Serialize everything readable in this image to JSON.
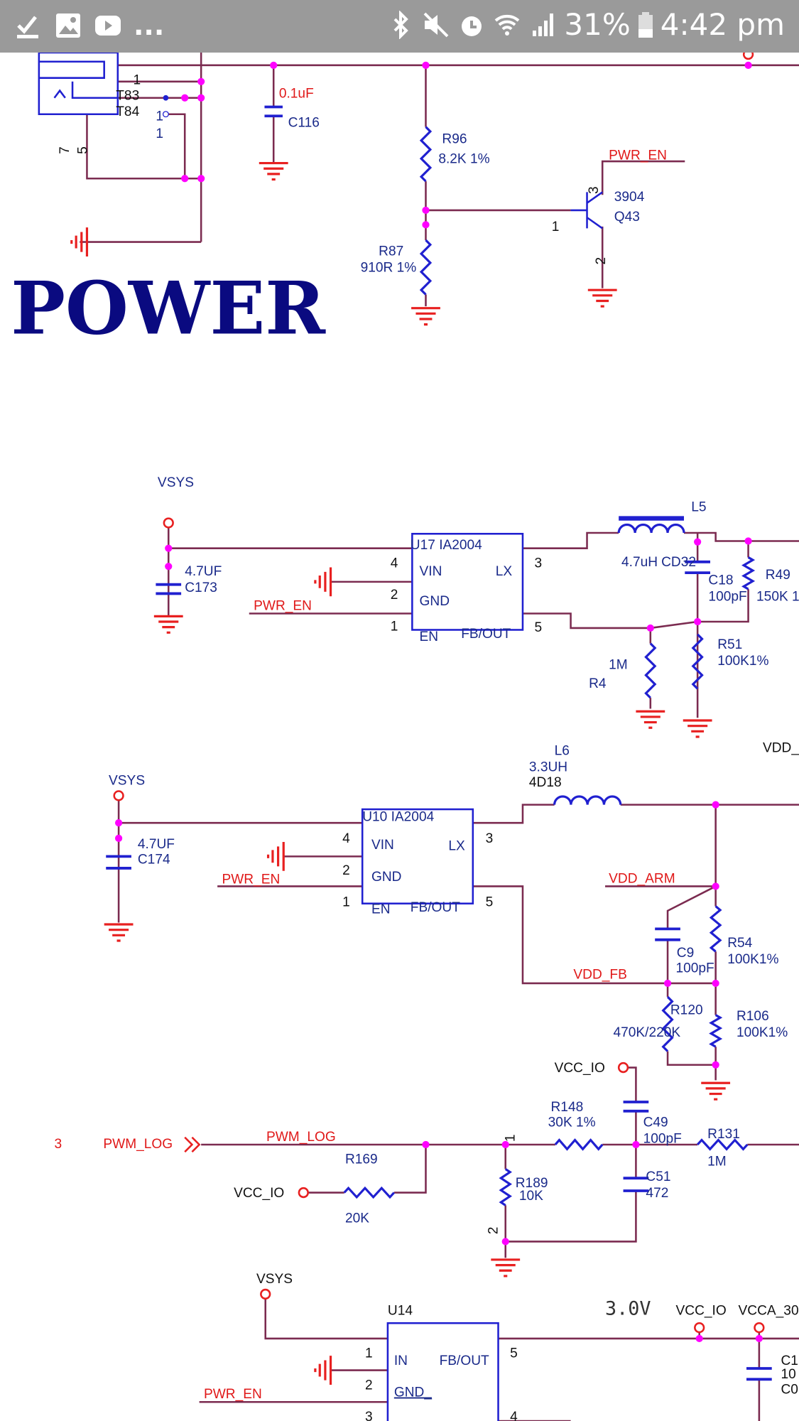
{
  "status_bar": {
    "left_icons": [
      "download-done-icon",
      "image-icon",
      "youtube-icon"
    ],
    "overflow": "...",
    "right_icons": [
      "bluetooth-icon",
      "mute-icon",
      "alarm-icon",
      "wifi-icon",
      "signal-icon",
      "battery-icon"
    ],
    "battery": "31%",
    "time": "4:42 pm"
  },
  "colors": {
    "wire": "#7b2b50",
    "pin": "#e82020",
    "component": "#2020d0",
    "junction": "#ff00ff",
    "label": "#1a2a8a",
    "net_label": "#e01818",
    "status_bar": "#9a9a9a"
  },
  "title": "POWER",
  "top": {
    "connector_pins": [
      "1",
      "T83",
      "T84",
      "1",
      "1",
      "7",
      "5"
    ],
    "c116": {
      "value": "0.1uF",
      "ref": "C116"
    },
    "r96": {
      "ref": "R96",
      "value": "8.2K 1%"
    },
    "r87": {
      "ref": "R87",
      "value": "910R 1%"
    },
    "q43": {
      "part": "3904",
      "ref": "Q43",
      "pin_b": "1",
      "pin_c": "3",
      "pin_e": "2"
    },
    "pwr_en": "PWR_EN"
  },
  "u17": {
    "vsys": "VSYS",
    "c_value": "4.7UF",
    "c_ref": "C173",
    "name": "U17 IA2004",
    "pins": {
      "vin": "VIN",
      "lx": "LX",
      "gnd": "GND",
      "en": "EN",
      "fb": "FB/OUT",
      "p4": "4",
      "p2": "2",
      "p1": "1",
      "p3": "3",
      "p5": "5"
    },
    "pwr_en": "PWR_EN",
    "l_ref": "L5",
    "l_value": "4.7uH",
    "l_part": "CD32",
    "c18_ref": "C18",
    "c18_value": "100pF",
    "r49_ref": "R49",
    "r49_value": "150K 1",
    "r4_value": "1M",
    "r4_ref": "R4",
    "r51_ref": "R51",
    "r51_value": "100K1%",
    "vdd": "VDD_"
  },
  "u10": {
    "l_ref": "L6",
    "l_value": "3.3UH",
    "l_part": "4D18",
    "vsys": "VSYS",
    "c_value": "4.7UF",
    "c_ref": "C174",
    "name": "U10 IA2004",
    "pins": {
      "vin": "VIN",
      "lx": "LX",
      "gnd": "GND",
      "en": "EN",
      "fb": "FB/OUT",
      "p4": "4",
      "p2": "2",
      "p1": "1",
      "p3": "3",
      "p5": "5"
    },
    "pwr_en": "PWR_EN",
    "vdd_arm": "VDD_ARM",
    "c9_ref": "C9",
    "c9_value": "100pF",
    "r54_ref": "R54",
    "r54_value": "100K1%",
    "vdd_fb": "VDD_FB",
    "r120_ref": "R120",
    "r120_value": "470K/220K",
    "r106_ref": "R106",
    "r106_value": "100K1%"
  },
  "pwm": {
    "vcc_io": "VCC_IO",
    "c49_ref": "C49",
    "c49_value": "100pF",
    "page_ref": "3",
    "port": "PWM_LOG",
    "net": "PWM_LOG",
    "r148_ref": "R148",
    "r148_value": "30K 1%",
    "r131_ref": "R131",
    "r131_value": "1M",
    "r169_ref": "R169",
    "r169_value": "20K",
    "vcc_io2": "VCC_IO",
    "r189_ref": "R189",
    "r189_value": "10K",
    "c51_ref": "C51",
    "c51_value": "472",
    "pin1": "1",
    "pin2": "2"
  },
  "u14": {
    "vsys": "VSYS",
    "name": "U14",
    "voltage": "3.0V",
    "vcc_io": "VCC_IO",
    "vcca": "VCCA_30",
    "pins": {
      "in": "IN",
      "fb": "FB/OUT",
      "gnd": "GND_",
      "p1": "1",
      "p2": "2",
      "p3": "3",
      "p5": "5",
      "p4": "4"
    },
    "pwr_en": "PWR_EN",
    "c_ref": "C1",
    "c_value": "10",
    "c_part": "C0"
  }
}
